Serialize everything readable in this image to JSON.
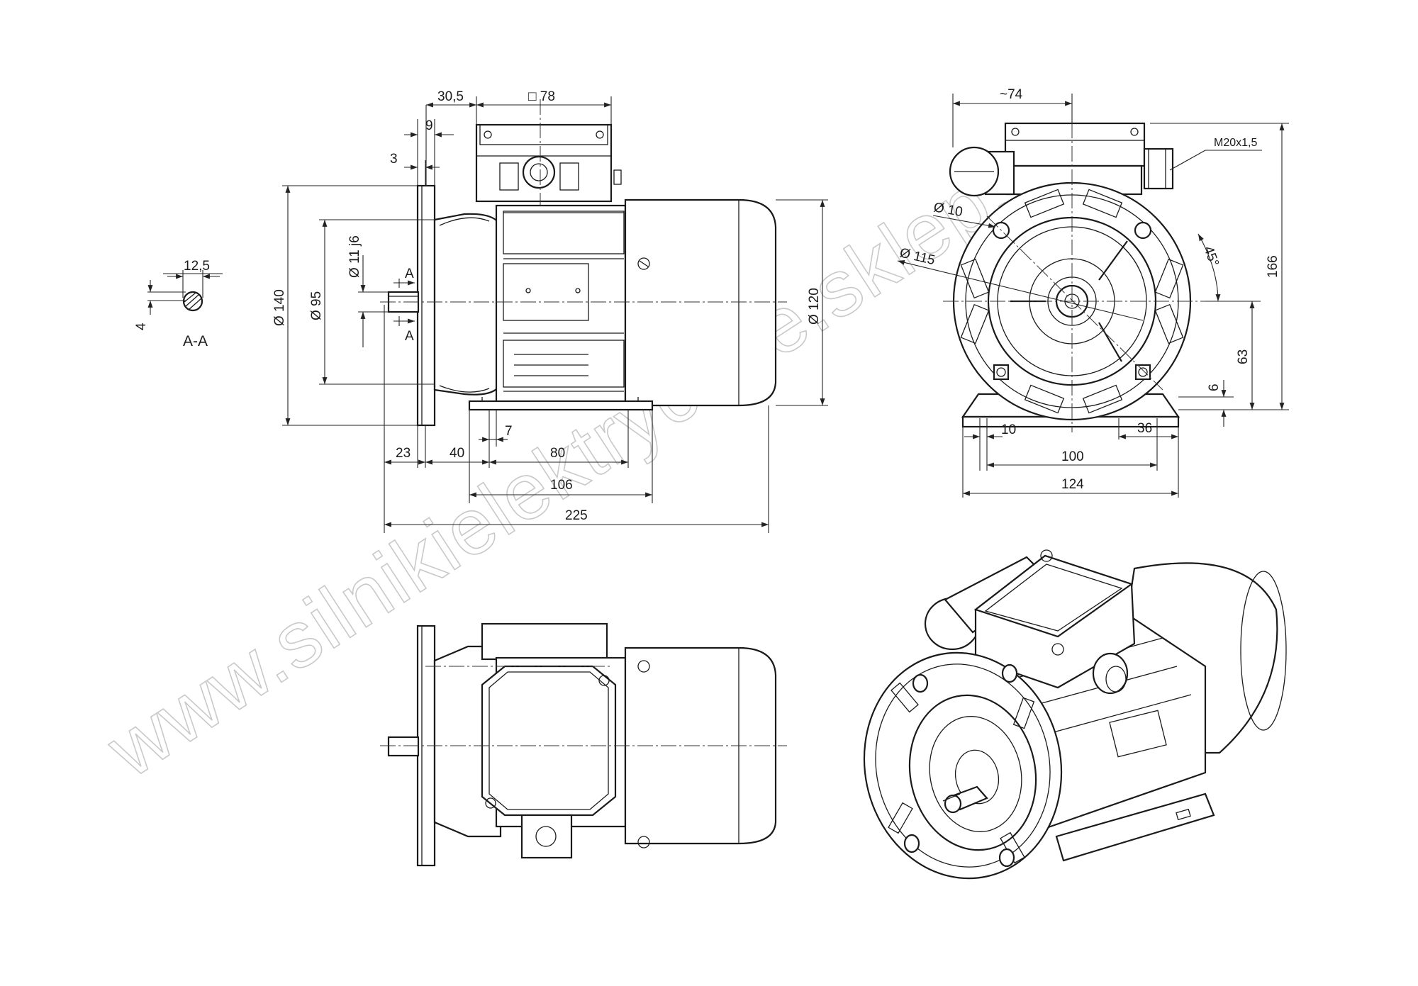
{
  "watermark": "www.silnikielektryczne.sklep.pl",
  "section": {
    "title": "A-A",
    "width": "12,5",
    "depth": "4"
  },
  "cut_marker": "A",
  "side_view": {
    "dims": {
      "w30_5": "30,5",
      "box78": "□ 78",
      "d9": "9",
      "d3": "3",
      "d140": "Ø 140",
      "d95": "Ø 95",
      "d11j6": "Ø 11 j6",
      "d120": "Ø 120",
      "d23": "23",
      "d40": "40",
      "d7": "7",
      "d80": "80",
      "d106": "106",
      "d225": "225"
    }
  },
  "front_view": {
    "dims": {
      "d74": "~74",
      "m20": "M20x1,5",
      "d10h": "Ø 10",
      "d115": "Ø 115",
      "a45": "45°",
      "d166": "166",
      "d63": "63",
      "d6": "6",
      "d10": "10",
      "d36": "36",
      "d100": "100",
      "d124": "124"
    }
  }
}
